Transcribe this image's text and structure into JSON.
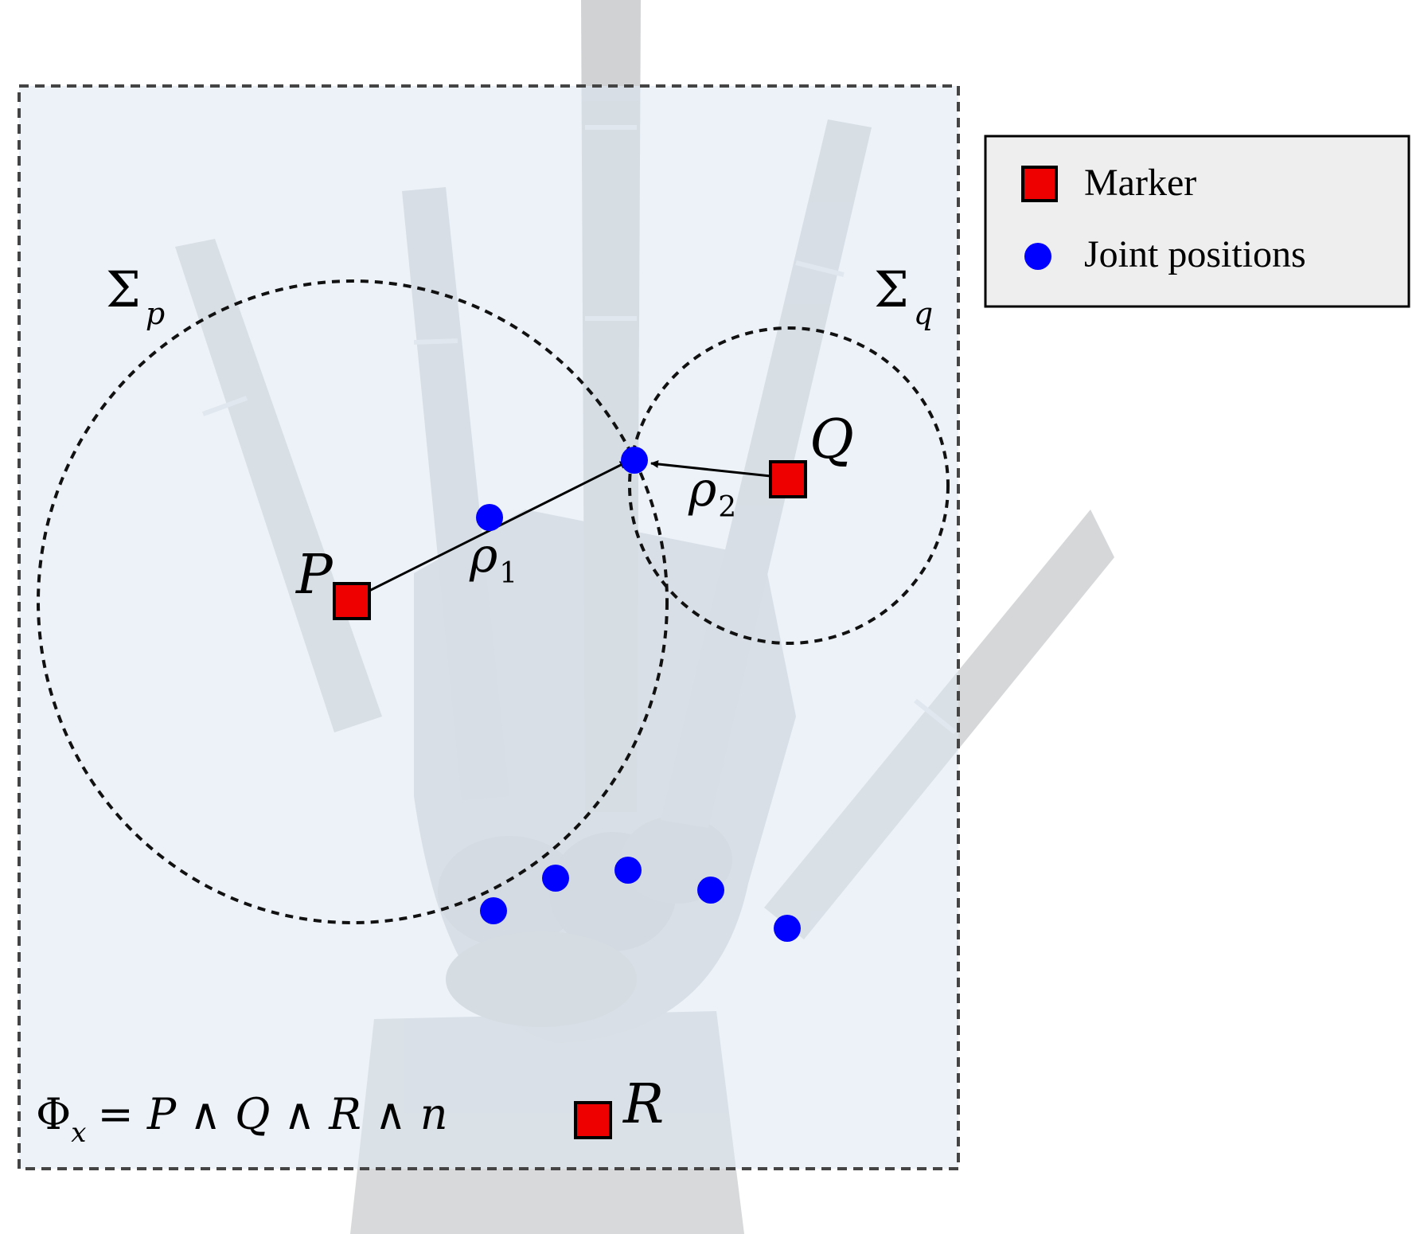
{
  "diagram": {
    "circle_sigma_p": {
      "symbol": "Σ",
      "subscript": "p"
    },
    "circle_sigma_q": {
      "symbol": "Σ",
      "subscript": "q"
    },
    "markers": {
      "p": "P",
      "q": "Q",
      "r": "R"
    },
    "vectors": {
      "rho1": {
        "symbol": "ρ",
        "subscript": "1"
      },
      "rho2": {
        "symbol": "ρ",
        "subscript": "2"
      }
    },
    "formula": {
      "lhs_symbol": "Φ",
      "lhs_subscript": "x",
      "rhs": "= P ∧ Q ∧ R ∧ n"
    }
  },
  "legend": {
    "items": [
      {
        "label": "Marker",
        "icon": "red-square-marker-icon"
      },
      {
        "label": "Joint positions",
        "icon": "blue-dot-icon"
      }
    ]
  },
  "colors": {
    "marker": "#ee0000",
    "joint": "#0000ff",
    "region_fill": "#dde7f3",
    "bone": "#c9ccce"
  }
}
